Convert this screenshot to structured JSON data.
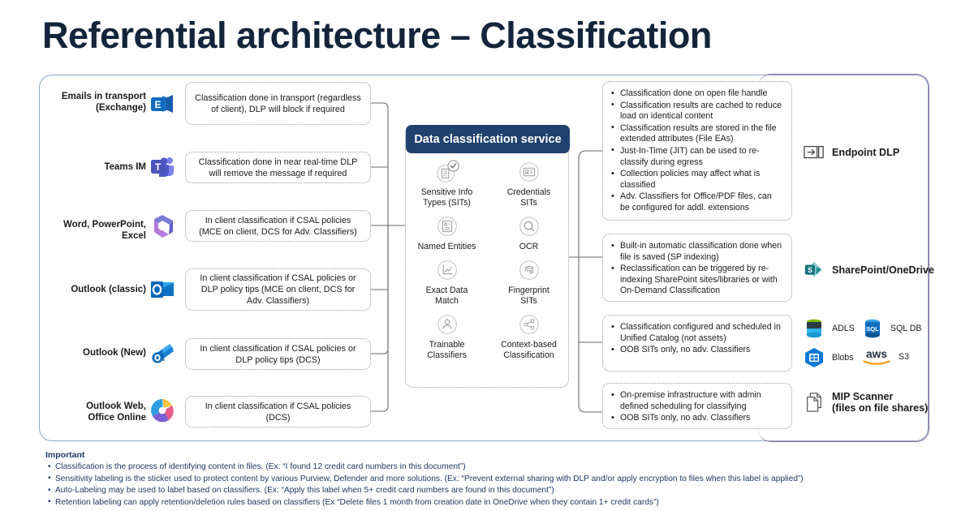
{
  "title": "Referential architecture – Classification",
  "colors": {
    "title": "#13243c",
    "frame_border": "#8fa8c4",
    "frame_accent": "#8f6f9e",
    "service_header_bg": "#21426e",
    "footer_text": "#1f3864",
    "box_border": "#9a9a9a"
  },
  "sources": [
    {
      "label": "Emails in transport\n(Exchange)",
      "icon": "exchange-icon",
      "note": "Classification done in transport (regardless of client), DLP will block if required"
    },
    {
      "label": "Teams IM",
      "icon": "teams-icon",
      "note": "Classification done in near real-time DLP will remove the message if required"
    },
    {
      "label": "Word, PowerPoint,\nExcel",
      "icon": "microsoft365-icon",
      "note": "In client classification if CSAL policies (MCE on client, DCS for Adv. Classifiers)"
    },
    {
      "label": "Outlook (classic)",
      "icon": "outlook-classic-icon",
      "note": "In client classification if CSAL policies or DLP policy tips (MCE on client, DCS for Adv. Classifiers)"
    },
    {
      "label": "Outlook (New)",
      "icon": "outlook-new-icon",
      "note": "In client classification if CSAL policies or DLP policy tips (DCS)"
    },
    {
      "label": "Outlook Web,\nOffice Online",
      "icon": "office-online-icon",
      "note": "In client classification if CSAL policies (DCS)"
    }
  ],
  "service": {
    "header": "Data classification service",
    "methods": [
      {
        "label": "Sensitive Info\nTypes (SITs)",
        "icon": "document-check-icon"
      },
      {
        "label": "Credentials\nSITs",
        "icon": "id-card-icon"
      },
      {
        "label": "Named Entities",
        "icon": "contact-list-icon"
      },
      {
        "label": "OCR",
        "icon": "magnifier-icon"
      },
      {
        "label": "Exact Data\nMatch",
        "icon": "chart-icon"
      },
      {
        "label": "Fingerprint\nSITs",
        "icon": "fingerprint-icon"
      },
      {
        "label": "Trainable\nClassifiers",
        "icon": "person-gear-icon"
      },
      {
        "label": "Context-based\nClassification",
        "icon": "share-nodes-icon"
      }
    ]
  },
  "outcomes": [
    {
      "bullets": [
        "Classification done on open file handle",
        "Classification results are cached to reduce load on identical content",
        "Classification results are stored in the file extended attributes (File EAs)",
        "Just-In-Time (JIT) can be used to re-classify during egress",
        "Collection policies may affect what is classified",
        "Adv. Classifiers for Office/PDF files, can be configured for addl. extensions"
      ]
    },
    {
      "bullets": [
        "Built-in automatic classification done when file is saved (SP indexing)",
        "Reclassification can be triggered by re-indexing SharePoint sites/libraries or with On-Demand Classification"
      ]
    },
    {
      "bullets": [
        "Classification configured and scheduled in Unified Catalog (not assets)",
        "OOB SITs only, no adv. Classifiers"
      ]
    },
    {
      "bullets": [
        "On-premise infrastructure with admin defined scheduling for classifying",
        "OOB SITs only, no adv. Classifiers"
      ]
    }
  ],
  "destinations": [
    {
      "label": "Endpoint DLP",
      "icon": "endpoint-dlp-icon"
    },
    {
      "label": "SharePoint/OneDrive",
      "icon": "sharepoint-icon"
    },
    {
      "label": "ADLS",
      "icon": "adls-icon"
    },
    {
      "label": "SQL DB",
      "icon": "sql-db-icon"
    },
    {
      "label": "Blobs",
      "icon": "blobs-icon"
    },
    {
      "label": "S3",
      "icon": "aws-icon"
    },
    {
      "label": "MIP Scanner\n(files on file shares)",
      "icon": "mip-scanner-icon"
    }
  ],
  "footer": {
    "heading": "Important",
    "notes": [
      "Classification is the process of identifying content in files. (Ex: “I found 12 credit card numbers in this document”)",
      "Sensitivity labeling is the sticker used to protect content by various Purview, Defender and more solutions. (Ex: “Prevent external sharing with DLP and/or apply encryption to files when this label is applied”)",
      "Auto-Labeling may be used to label based on classifiers. (Ex: “Apply this label when 5+ credit card numbers are found in this document”)",
      "Retention labeling can apply retention/deletion rules based on classifiers (Ex “Delete files 1 month from creation date in OneDrive when they contain 1+ credit cards”)"
    ]
  }
}
